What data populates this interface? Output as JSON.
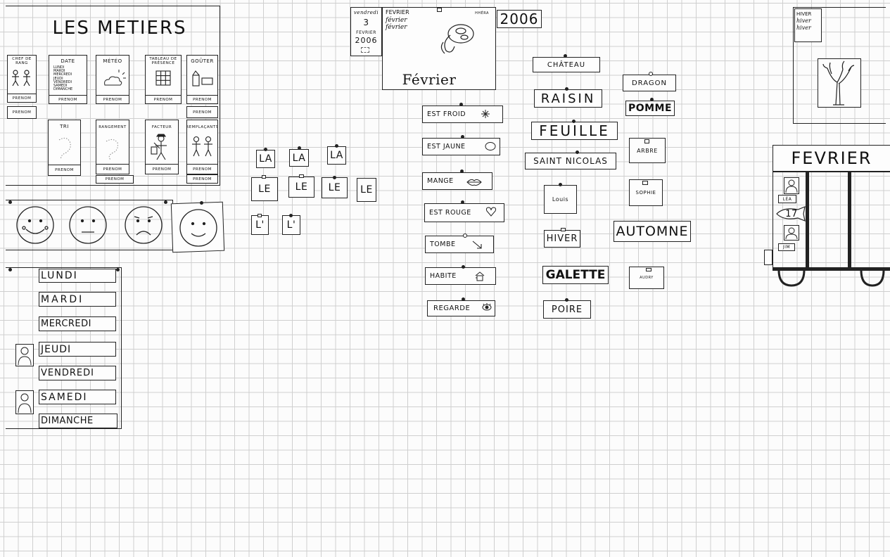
{
  "metiers": {
    "title": "LES METIERS",
    "jobs": [
      {
        "label": "CHEF DE RANG",
        "prenoms": [
          "PRENOM",
          "PRENOM"
        ]
      },
      {
        "label": "DATE",
        "lines": [
          "LUNDI",
          "MARDI",
          "MERCREDI",
          "JEUDI",
          "VENDREDI",
          "SAMEDI",
          "DIMANCHE"
        ],
        "prenoms": [
          "PRENOM"
        ]
      },
      {
        "label": "MÉTÉO",
        "prenoms": [
          "PRENOM"
        ]
      },
      {
        "label": "TABLEAU DE PRÉSENCE",
        "prenoms": [
          "PRENOM"
        ]
      },
      {
        "label": "GOÛTER",
        "prenoms": [
          "PRENOM",
          "PRENOM"
        ]
      },
      {
        "label": "TRI",
        "prenoms": [
          "PRENOM"
        ]
      },
      {
        "label": "RANGEMENT",
        "prenoms": [
          "PRENOM",
          "PRENOM"
        ]
      },
      {
        "label": "FACTEUR",
        "prenoms": [
          "PRENOM"
        ]
      },
      {
        "label": "REMPLAÇANTS",
        "prenoms": [
          "PRENOM",
          "PRENOM"
        ]
      }
    ]
  },
  "days": [
    "LUNDI",
    "MARDI",
    "MERCREDI",
    "JEUDI",
    "VENDREDI",
    "SAMEDI",
    "DIMANCHE"
  ],
  "calendar": {
    "weekday": "vendredi",
    "day": "3",
    "month": "FEVRIER",
    "year": "2006",
    "month_lines": [
      "FEVRIER",
      "février",
      "février"
    ],
    "signature": "HHÉRA",
    "handwritten_month": "Février",
    "big_year": "2006",
    "season_lines": [
      "HIVER",
      "hiver",
      "hiver"
    ]
  },
  "articles": {
    "la": [
      "LA",
      "LA",
      "LA"
    ],
    "le": [
      "LE",
      "LE",
      "LE",
      "LE"
    ],
    "l": [
      "L'",
      "L'"
    ]
  },
  "verbs": [
    "EST FROID",
    "EST JAUNE",
    "MANGE",
    "EST ROUGE",
    "TOMBE",
    "HABITE",
    "REGARDE"
  ],
  "nouns": {
    "chateau": "CHÂTEAU",
    "raisin": "RAISIN",
    "feuille": "FEUILLE",
    "saint_nicolas": "SAINT NICOLAS",
    "louis": "Louis",
    "hiver": "HIVER",
    "galette": "GALETTE",
    "poire": "POIRE",
    "dragon": "DRAGON",
    "pomme": "POMME",
    "arbre": "ARBRE",
    "sophie": "SOPHIE",
    "automne": "AUTOMNE",
    "audry": "AUDRY"
  },
  "birthday_train": {
    "title": "FEVRIER",
    "names": [
      "LÉA",
      "JIM"
    ],
    "date": "17"
  },
  "icons": [
    "weather-cloud-icon",
    "grid-icon",
    "snack-icon",
    "stick-figure-icon",
    "mailman-icon",
    "face-icon",
    "palette-icon",
    "tree-icon",
    "snowflake-icon",
    "lemon-icon",
    "lips-icon",
    "heart-icon",
    "arrow-icon",
    "house-icon",
    "eye-icon"
  ]
}
